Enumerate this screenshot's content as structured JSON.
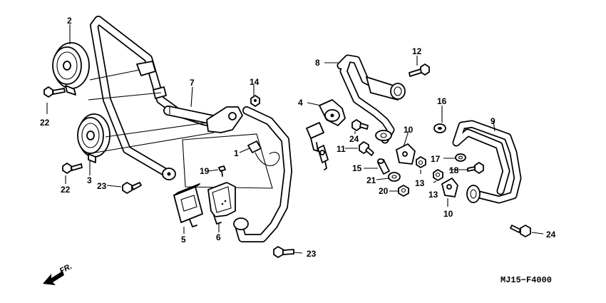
{
  "diagram_code": "MJ15−F4000",
  "front_marker": "FR.",
  "callouts": [
    {
      "id": "2",
      "text": "2"
    },
    {
      "id": "22a",
      "text": "22"
    },
    {
      "id": "22b",
      "text": "22"
    },
    {
      "id": "3",
      "text": "3"
    },
    {
      "id": "23a",
      "text": "23"
    },
    {
      "id": "7",
      "text": "7"
    },
    {
      "id": "14",
      "text": "14"
    },
    {
      "id": "1",
      "text": "1"
    },
    {
      "id": "19",
      "text": "19"
    },
    {
      "id": "5",
      "text": "5"
    },
    {
      "id": "6",
      "text": "6"
    },
    {
      "id": "23b",
      "text": "23"
    },
    {
      "id": "8",
      "text": "8"
    },
    {
      "id": "12",
      "text": "12"
    },
    {
      "id": "4",
      "text": "4"
    },
    {
      "id": "24a",
      "text": "24"
    },
    {
      "id": "10a",
      "text": "10"
    },
    {
      "id": "11",
      "text": "11"
    },
    {
      "id": "15",
      "text": "15"
    },
    {
      "id": "21",
      "text": "21"
    },
    {
      "id": "20",
      "text": "20"
    },
    {
      "id": "13a",
      "text": "13"
    },
    {
      "id": "13b",
      "text": "13"
    },
    {
      "id": "16",
      "text": "16"
    },
    {
      "id": "9",
      "text": "9"
    },
    {
      "id": "17",
      "text": "17"
    },
    {
      "id": "18",
      "text": "18"
    },
    {
      "id": "10b",
      "text": "10"
    },
    {
      "id": "24b",
      "text": "24"
    }
  ]
}
